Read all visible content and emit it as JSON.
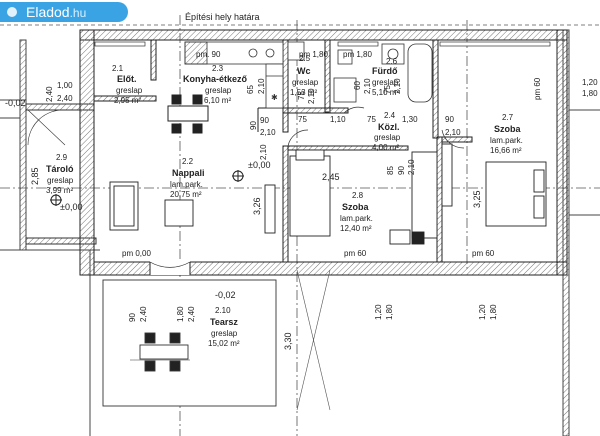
{
  "badge": {
    "brand": "Eladod",
    "suffix": ".hu"
  },
  "site_boundary_label": "Építési hely határa",
  "rooms": {
    "eloter": {
      "number": "2.1",
      "name": "Előt.",
      "floor": "greslap",
      "area": "2,95 m²"
    },
    "konyha": {
      "number": "2.3",
      "name": "Konyha-étkező",
      "floor": "greslap",
      "area": "6,10 m²"
    },
    "wc": {
      "number": "2.5",
      "name": "Wc",
      "floor": "greslap",
      "area": "1,53 m²"
    },
    "furdo": {
      "number": "2.6",
      "name": "Fürdő",
      "floor": "greslap",
      "area": "5,10 m²"
    },
    "kozl": {
      "number": "2.4",
      "name": "Közl.",
      "floor": "greslap",
      "area": "4,00 m²"
    },
    "szoba1": {
      "number": "2.7",
      "name": "Szoba",
      "floor": "lam.park.",
      "area": "16,66 m²"
    },
    "nappali": {
      "number": "2.2",
      "name": "Nappali",
      "floor": "lam.park.",
      "area": "20,75 m²"
    },
    "szoba2": {
      "number": "2.8",
      "name": "Szoba",
      "floor": "lam.park.",
      "area": "12,40 m²"
    },
    "tarolo": {
      "number": "2.9",
      "name": "Tároló",
      "floor": "greslap",
      "area": "3,99 m²"
    },
    "terasz": {
      "number": "2.10",
      "name": "Tearsz",
      "floor": "greslap",
      "area": "15,02 m²"
    }
  },
  "levels": {
    "main": "±0,00",
    "tarolo": "±0,00",
    "terrace": "-0,02",
    "outside": "-0,02"
  },
  "dims": {
    "pm90": "pm. 90",
    "pm180a": "pm 1,80",
    "pm180b": "pm 1,80",
    "pm60a": "pm 60",
    "pm000": "pm 0,00",
    "pm60b": "pm 60",
    "pm60c": "pm 60",
    "d100": "1,00",
    "d240": "2,40",
    "d240b": "2,40",
    "d90": "90",
    "d210": "2,10",
    "d75a": "75",
    "d110": "1,10",
    "d75b": "75",
    "d130": "1,30",
    "d90b": "90",
    "d210b": "2,10",
    "d245": "2,45",
    "d285": "2,85",
    "d326": "3,26",
    "d325": "3,25",
    "d90c": "90",
    "d210c": "2,10",
    "d90d": "90",
    "d240c": "2,40",
    "d180": "1,80",
    "d240d": "2,40",
    "d330": "3,30",
    "d120a": "1,20",
    "d180a": "1,80",
    "d120b": "1,20",
    "d180b": "1,80",
    "d120c": "1,20",
    "d180c": "1,80",
    "d75c": "75",
    "d210d": "2,10",
    "d60": "60",
    "d210e": "2,10",
    "d75d": "75",
    "d210f": "2,10",
    "d65": "65",
    "d210g": "2,10",
    "d85": "85",
    "d90e": "90",
    "d210h": "2,10"
  }
}
